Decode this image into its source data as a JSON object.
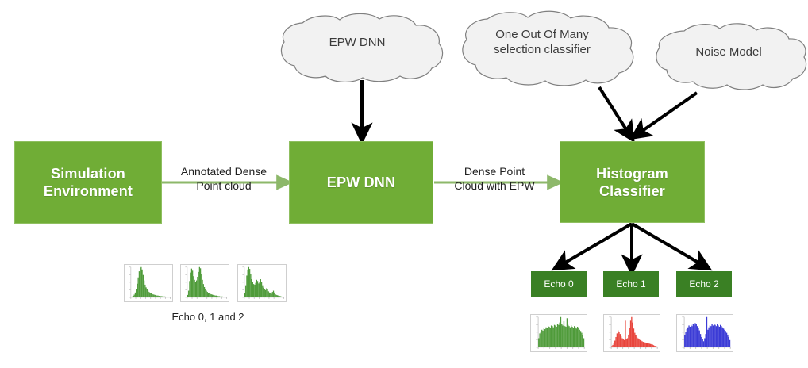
{
  "diagram": {
    "title": "EPW DNN histogram classification pipeline",
    "colors": {
      "process_box_fill": "#70ad36",
      "process_box_border": "#8fbf60",
      "echo_box_fill": "#3a8024",
      "cloud_fill": "#f2f2f2",
      "cloud_border": "#7f7f7f",
      "arrow_black": "#000000",
      "arrow_green": "#8db86a",
      "histogram_green": "#4f9b3a",
      "histogram_red": "#e8453c",
      "histogram_blue": "#3b3bd6",
      "background": "#ffffff"
    }
  },
  "process_boxes": [
    {
      "id": "simulation",
      "label": "Simulation\nEnvironment"
    },
    {
      "id": "epw_dnn",
      "label": "EPW DNN"
    },
    {
      "id": "histogram",
      "label": "Histogram\nClassifier"
    }
  ],
  "clouds": [
    {
      "id": "epw_dnn_cloud",
      "label": "EPW DNN"
    },
    {
      "id": "one_out_of_many_cloud",
      "label": "One Out Of Many\nselection classifier"
    },
    {
      "id": "noise_model_cloud",
      "label": "Noise Model"
    }
  ],
  "edge_labels": [
    {
      "id": "sim_to_epw",
      "label": "Annotated Dense\nPoint cloud"
    },
    {
      "id": "epw_to_histogram",
      "label": "Dense Point\nCloud with  EPW"
    }
  ],
  "echo_boxes": [
    {
      "id": "echo_0",
      "label": "Echo 0"
    },
    {
      "id": "echo_1",
      "label": "Echo 1"
    },
    {
      "id": "echo_2",
      "label": "Echo 2"
    }
  ],
  "captions": {
    "left_histograms": "Echo 0, 1 and 2"
  },
  "chart_data": [
    {
      "id": "input-echo-0",
      "type": "bar",
      "title": "",
      "xlabel": "",
      "ylabel": "",
      "color": "#4f9b3a",
      "grid": false,
      "legend": "none",
      "xlim": [
        0,
        40
      ],
      "ylim": [
        0,
        100
      ],
      "values": [
        2,
        3,
        5,
        9,
        16,
        28,
        45,
        66,
        86,
        97,
        100,
        92,
        74,
        56,
        42,
        33,
        27,
        22,
        18,
        15,
        13,
        11,
        10,
        9,
        8,
        7,
        6,
        6,
        5,
        5,
        4,
        4,
        3,
        3,
        3,
        2,
        2,
        2,
        2,
        1
      ]
    },
    {
      "id": "input-echo-1",
      "type": "bar",
      "title": "",
      "xlabel": "",
      "ylabel": "",
      "color": "#4f9b3a",
      "grid": false,
      "legend": "none",
      "xlim": [
        0,
        40
      ],
      "ylim": [
        0,
        100
      ],
      "values": [
        8,
        22,
        54,
        82,
        95,
        88,
        70,
        58,
        52,
        56,
        68,
        84,
        100,
        96,
        78,
        58,
        44,
        34,
        27,
        22,
        18,
        15,
        13,
        11,
        10,
        9,
        8,
        7,
        6,
        6,
        5,
        4,
        4,
        3,
        3,
        3,
        2,
        2,
        2,
        1
      ]
    },
    {
      "id": "input-echo-2",
      "type": "bar",
      "title": "",
      "xlabel": "",
      "ylabel": "",
      "color": "#4f9b3a",
      "grid": false,
      "legend": "none",
      "xlim": [
        0,
        40
      ],
      "ylim": [
        0,
        100
      ],
      "values": [
        14,
        40,
        72,
        92,
        100,
        94,
        76,
        60,
        50,
        44,
        42,
        48,
        58,
        54,
        46,
        52,
        60,
        52,
        40,
        32,
        28,
        24,
        30,
        26,
        20,
        16,
        14,
        12,
        18,
        22,
        16,
        10,
        8,
        7,
        6,
        5,
        4,
        3,
        2,
        2
      ]
    },
    {
      "id": "output-echo-0",
      "type": "bar",
      "title": "",
      "xlabel": "",
      "ylabel": "",
      "color": "#4f9b3a",
      "grid": false,
      "legend": "none",
      "xlim": [
        0,
        44
      ],
      "ylim": [
        0,
        100
      ],
      "values": [
        30,
        46,
        52,
        58,
        55,
        62,
        60,
        66,
        63,
        70,
        68,
        64,
        72,
        70,
        66,
        74,
        72,
        68,
        76,
        74,
        82,
        100,
        78,
        72,
        86,
        70,
        68,
        96,
        74,
        70,
        66,
        72,
        68,
        64,
        70,
        66,
        62,
        68,
        64,
        58,
        54,
        48,
        40,
        30
      ]
    },
    {
      "id": "output-echo-1",
      "type": "bar",
      "title": "",
      "xlabel": "",
      "ylabel": "",
      "color": "#e8453c",
      "grid": false,
      "legend": "none",
      "xlim": [
        0,
        44
      ],
      "ylim": [
        0,
        100
      ],
      "values": [
        4,
        8,
        14,
        22,
        34,
        46,
        56,
        52,
        44,
        36,
        30,
        26,
        24,
        88,
        26,
        30,
        42,
        64,
        88,
        100,
        82,
        62,
        48,
        40,
        34,
        30,
        27,
        24,
        22,
        20,
        18,
        17,
        16,
        15,
        14,
        13,
        12,
        11,
        10,
        9,
        7,
        5,
        4,
        3
      ]
    },
    {
      "id": "output-echo-2",
      "type": "bar",
      "title": "",
      "xlabel": "",
      "ylabel": "",
      "color": "#3b3bd6",
      "grid": false,
      "legend": "none",
      "xlim": [
        0,
        44
      ],
      "ylim": [
        0,
        100
      ],
      "values": [
        40,
        52,
        60,
        66,
        72,
        68,
        74,
        70,
        76,
        72,
        80,
        76,
        70,
        64,
        56,
        44,
        34,
        26,
        20,
        30,
        44,
        100,
        58,
        66,
        72,
        70,
        76,
        72,
        78,
        74,
        70,
        76,
        72,
        68,
        74,
        70,
        66,
        62,
        58,
        54,
        48,
        42,
        34,
        24
      ]
    }
  ]
}
